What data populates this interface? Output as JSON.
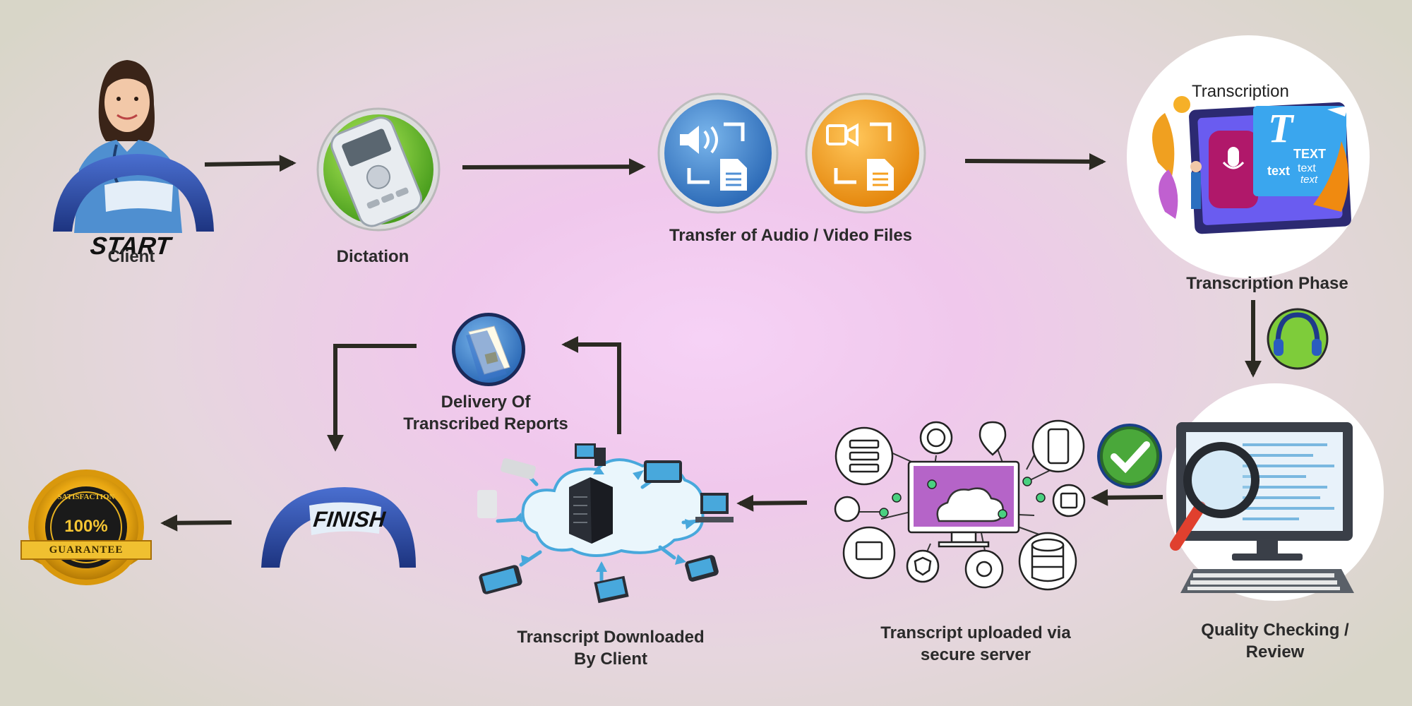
{
  "steps": {
    "client": "Client",
    "dictation": "Dictation",
    "transfer": "Transfer of Audio / Video Files",
    "transcription_phase": "Transcription Phase",
    "quality_line1": "Quality Checking /",
    "quality_line2": "Review",
    "upload_line1": "Transcript uploaded via",
    "upload_line2": "secure server",
    "download_line1": "Transcript Downloaded",
    "download_line2": "By Client",
    "delivery_line1": "Delivery Of",
    "delivery_line2": "Transcribed Reports"
  },
  "arch_text": {
    "start": "START",
    "finish": "FINISH"
  },
  "transcription_card": {
    "heading": "Transcription",
    "big_letter": "T",
    "text1": "TEXT",
    "text2": "text",
    "text3": "text",
    "text4": "text"
  },
  "badge": {
    "satisfaction": "SATISFACTION",
    "percent": "100%",
    "guarantee": "GUARANTEE"
  },
  "colors": {
    "arrow": "#2b2a22",
    "arch_blue": "#2b4aa0",
    "dictation_green": "#7ecc3a",
    "audio_blue": "#4f8fd4",
    "video_orange": "#f6a020",
    "server_purple": "#b564c8",
    "cloud_blue": "#48a8dc",
    "gold": "#e9a913"
  },
  "icons": [
    "dictation-recorder-icon",
    "audio-file-icon",
    "video-file-icon",
    "headphones-icon",
    "check-icon",
    "magnifier-icon",
    "cloud-server-icon",
    "report-folder-icon",
    "gold-seal-icon"
  ]
}
